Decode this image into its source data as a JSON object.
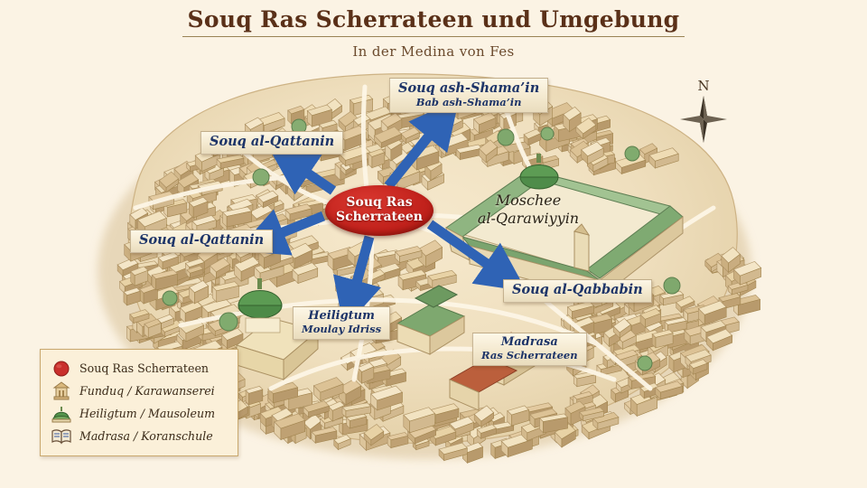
{
  "header": {
    "title": "Souq Ras Scherrateen und Umgebung",
    "subtitle": "In der Medina von Fes"
  },
  "map": {
    "hub": {
      "line1": "Souq Ras",
      "line2": "Scherrateen",
      "color": "#c2221c"
    },
    "arrow_color": "#2f63b5",
    "labels": [
      {
        "id": "shamain",
        "title": "Souq ash-Shama’in",
        "sub": "Bab ash-Shama’in"
      },
      {
        "id": "qattanin-top",
        "title": "Souq al-Qattanin",
        "sub": ""
      },
      {
        "id": "qattanin-left",
        "title": "Souq al-Qattanin",
        "sub": ""
      },
      {
        "id": "qabbabin",
        "title": "Souq al-Qabbabin",
        "sub": ""
      },
      {
        "id": "heiligtum",
        "title": "Heiligtum",
        "sub": "Moulay Idriss"
      },
      {
        "id": "madrasa",
        "title": "Madrasa",
        "sub": "Ras Scherrateen"
      }
    ],
    "plain_labels": [
      {
        "id": "qarawiyyin",
        "line1": "Moschee",
        "line2": "al-Qarawiyyin"
      }
    ],
    "compass": {
      "north": "N"
    }
  },
  "legend": {
    "items": [
      {
        "icon": "red-circle-icon",
        "label": "Souq Ras Scherrateen"
      },
      {
        "icon": "funduq-icon",
        "label": "Funduq / Karawanserei"
      },
      {
        "icon": "green-dome-icon",
        "label": "Heiligtum / Mausoleum"
      },
      {
        "icon": "open-book-icon",
        "label": "Madrasa / Koranschule"
      }
    ]
  },
  "colors": {
    "background": "#fbf3e4",
    "title": "#5a3018",
    "label_text": "#1d3468",
    "accent_red": "#c2221c",
    "accent_blue": "#2f63b5",
    "mosque_green": "#8fb37f"
  }
}
